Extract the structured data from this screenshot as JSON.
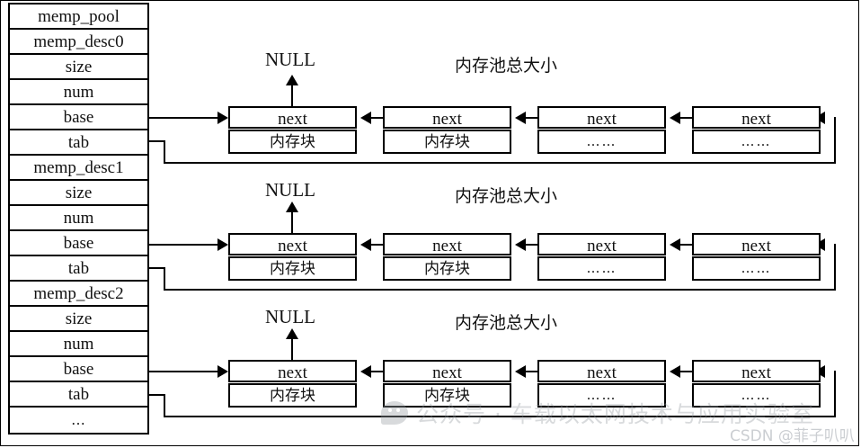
{
  "diagram": {
    "title": "memp_pool memory pool linked-list structure",
    "colors": {
      "stroke": "#000000",
      "background": "#ffffff",
      "watermark": "#9aa0a6"
    }
  },
  "desc_table": {
    "rows": [
      {
        "label": "memp_pool",
        "kind": "header"
      },
      {
        "label": "memp_desc0",
        "kind": "group"
      },
      {
        "label": "size",
        "kind": "field"
      },
      {
        "label": "num",
        "kind": "field"
      },
      {
        "label": "base",
        "kind": "pointer"
      },
      {
        "label": "tab",
        "kind": "pointer"
      },
      {
        "label": "memp_desc1",
        "kind": "group"
      },
      {
        "label": "size",
        "kind": "field"
      },
      {
        "label": "num",
        "kind": "field"
      },
      {
        "label": "base",
        "kind": "pointer"
      },
      {
        "label": "tab",
        "kind": "pointer"
      },
      {
        "label": "memp_desc2",
        "kind": "group"
      },
      {
        "label": "size",
        "kind": "field"
      },
      {
        "label": "num",
        "kind": "field"
      },
      {
        "label": "base",
        "kind": "pointer"
      },
      {
        "label": "tab",
        "kind": "pointer"
      },
      {
        "label": "...",
        "kind": "more"
      }
    ]
  },
  "rows": [
    {
      "null_label": "NULL",
      "pool_size_label": "内存池总大小",
      "blocks": [
        {
          "next": "next",
          "body": "内存块"
        },
        {
          "next": "next",
          "body": "内存块"
        },
        {
          "next": "next",
          "body": "……"
        },
        {
          "next": "next",
          "body": "……"
        }
      ]
    },
    {
      "null_label": "NULL",
      "pool_size_label": "内存池总大小",
      "blocks": [
        {
          "next": "next",
          "body": "内存块"
        },
        {
          "next": "next",
          "body": "内存块"
        },
        {
          "next": "next",
          "body": "……"
        },
        {
          "next": "next",
          "body": "……"
        }
      ]
    },
    {
      "null_label": "NULL",
      "pool_size_label": "内存池总大小",
      "blocks": [
        {
          "next": "next",
          "body": "内存块"
        },
        {
          "next": "next",
          "body": "内存块"
        },
        {
          "next": "next",
          "body": "……"
        },
        {
          "next": "next",
          "body": "……"
        }
      ]
    }
  ],
  "watermarks": {
    "wechat": "公众号 · 车载以太网技术与应用实验室",
    "csdn": "CSDN @菲子叭叭"
  }
}
